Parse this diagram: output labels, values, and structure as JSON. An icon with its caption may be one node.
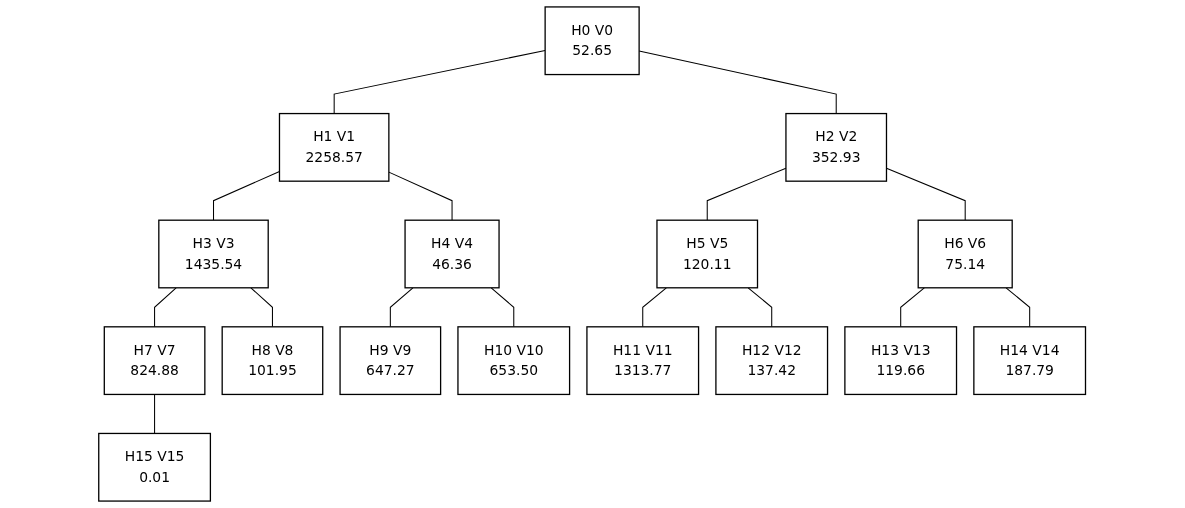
{
  "diagram": {
    "nodes": [
      {
        "text": [
          "H0",
          "V0",
          "52.65"
        ]
      },
      {
        "text": [
          "H1",
          "V1",
          "2258.57"
        ]
      },
      {
        "text": [
          "H2",
          "V2",
          "352.93"
        ]
      },
      {
        "text": [
          "H3",
          "V3",
          "1435.54"
        ]
      },
      {
        "text": [
          "H4",
          "V4",
          "46.36"
        ]
      },
      {
        "text": [
          "H5",
          "V5",
          "120.11"
        ]
      },
      {
        "text": [
          "H6",
          "V6",
          "75.14"
        ]
      },
      {
        "text": [
          "H7",
          "V7",
          "824.88"
        ]
      },
      {
        "text": [
          "H8",
          "V8",
          "101.95"
        ]
      },
      {
        "text": [
          "H9",
          "V9",
          "647.27"
        ]
      },
      {
        "text": [
          "H10",
          "V10",
          "653.50"
        ]
      },
      {
        "text": [
          "H11",
          "V11",
          "1313.77"
        ]
      },
      {
        "text": [
          "H12",
          "V12",
          "137.42"
        ]
      },
      {
        "text": [
          "H13",
          "V13",
          "119.66"
        ]
      },
      {
        "text": [
          "H14",
          "V14",
          "187.79"
        ]
      },
      {
        "text": [
          "H15",
          "V15",
          "0.01"
        ]
      }
    ],
    "edges": [
      {
        "from": 0,
        "to": 1,
        "arrow": "none"
      },
      {
        "from": 0,
        "to": 2,
        "arrow": "none"
      },
      {
        "from": 1,
        "to": 3,
        "arrow": "none"
      },
      {
        "from": 1,
        "to": 4,
        "arrow": "none"
      },
      {
        "from": 2,
        "to": 5,
        "arrow": "none"
      },
      {
        "from": 2,
        "to": 6,
        "arrow": "none"
      },
      {
        "from": 3,
        "to": 7,
        "arrow": "none"
      },
      {
        "from": 3,
        "to": 8,
        "arrow": "none"
      },
      {
        "from": 4,
        "to": 9,
        "arrow": "none"
      },
      {
        "from": 4,
        "to": 10,
        "arrow": "none"
      },
      {
        "from": 5,
        "to": 11,
        "arrow": "none"
      },
      {
        "from": 5,
        "to": 12,
        "arrow": "none"
      },
      {
        "from": 6,
        "to": 13,
        "arrow": "none"
      },
      {
        "from": 6,
        "to": 14,
        "arrow": "none"
      },
      {
        "from": 7,
        "to": 15,
        "arrow": "none"
      }
    ]
  }
}
